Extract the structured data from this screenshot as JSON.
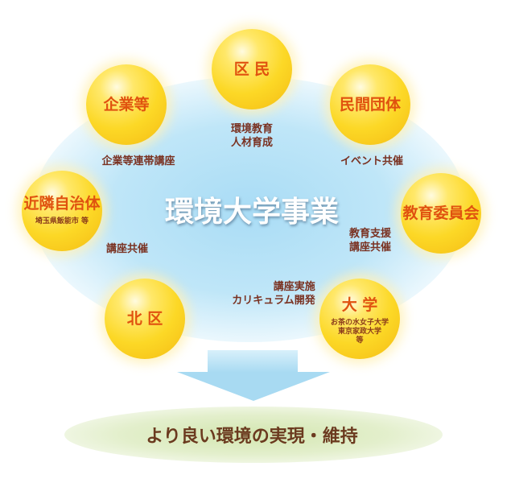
{
  "title": "環境大学事業",
  "partners": {
    "kumin": {
      "name": "区 民"
    },
    "kigyo": {
      "name": "企業等"
    },
    "minkan": {
      "name": "民間団体"
    },
    "kinrin": {
      "name": "近隣自治体",
      "sub": "埼玉県飯能市 等"
    },
    "kyoiku": {
      "name": "教育委員会"
    },
    "kitaku": {
      "name": "北 区"
    },
    "daigaku": {
      "name": "大 学",
      "sub": "お茶の水女子大学\n東京家政大学\n等"
    }
  },
  "relations": {
    "kumin": "環境教育\n人材育成",
    "kigyo": "企業等連帯講座",
    "minkan": "イベント共催",
    "kinrin": "講座共催",
    "kyoiku": "教育支援\n講座共催",
    "daigaku": "講座実施\nカリキュラム開発"
  },
  "result": "より良い環境の実現・維持"
}
